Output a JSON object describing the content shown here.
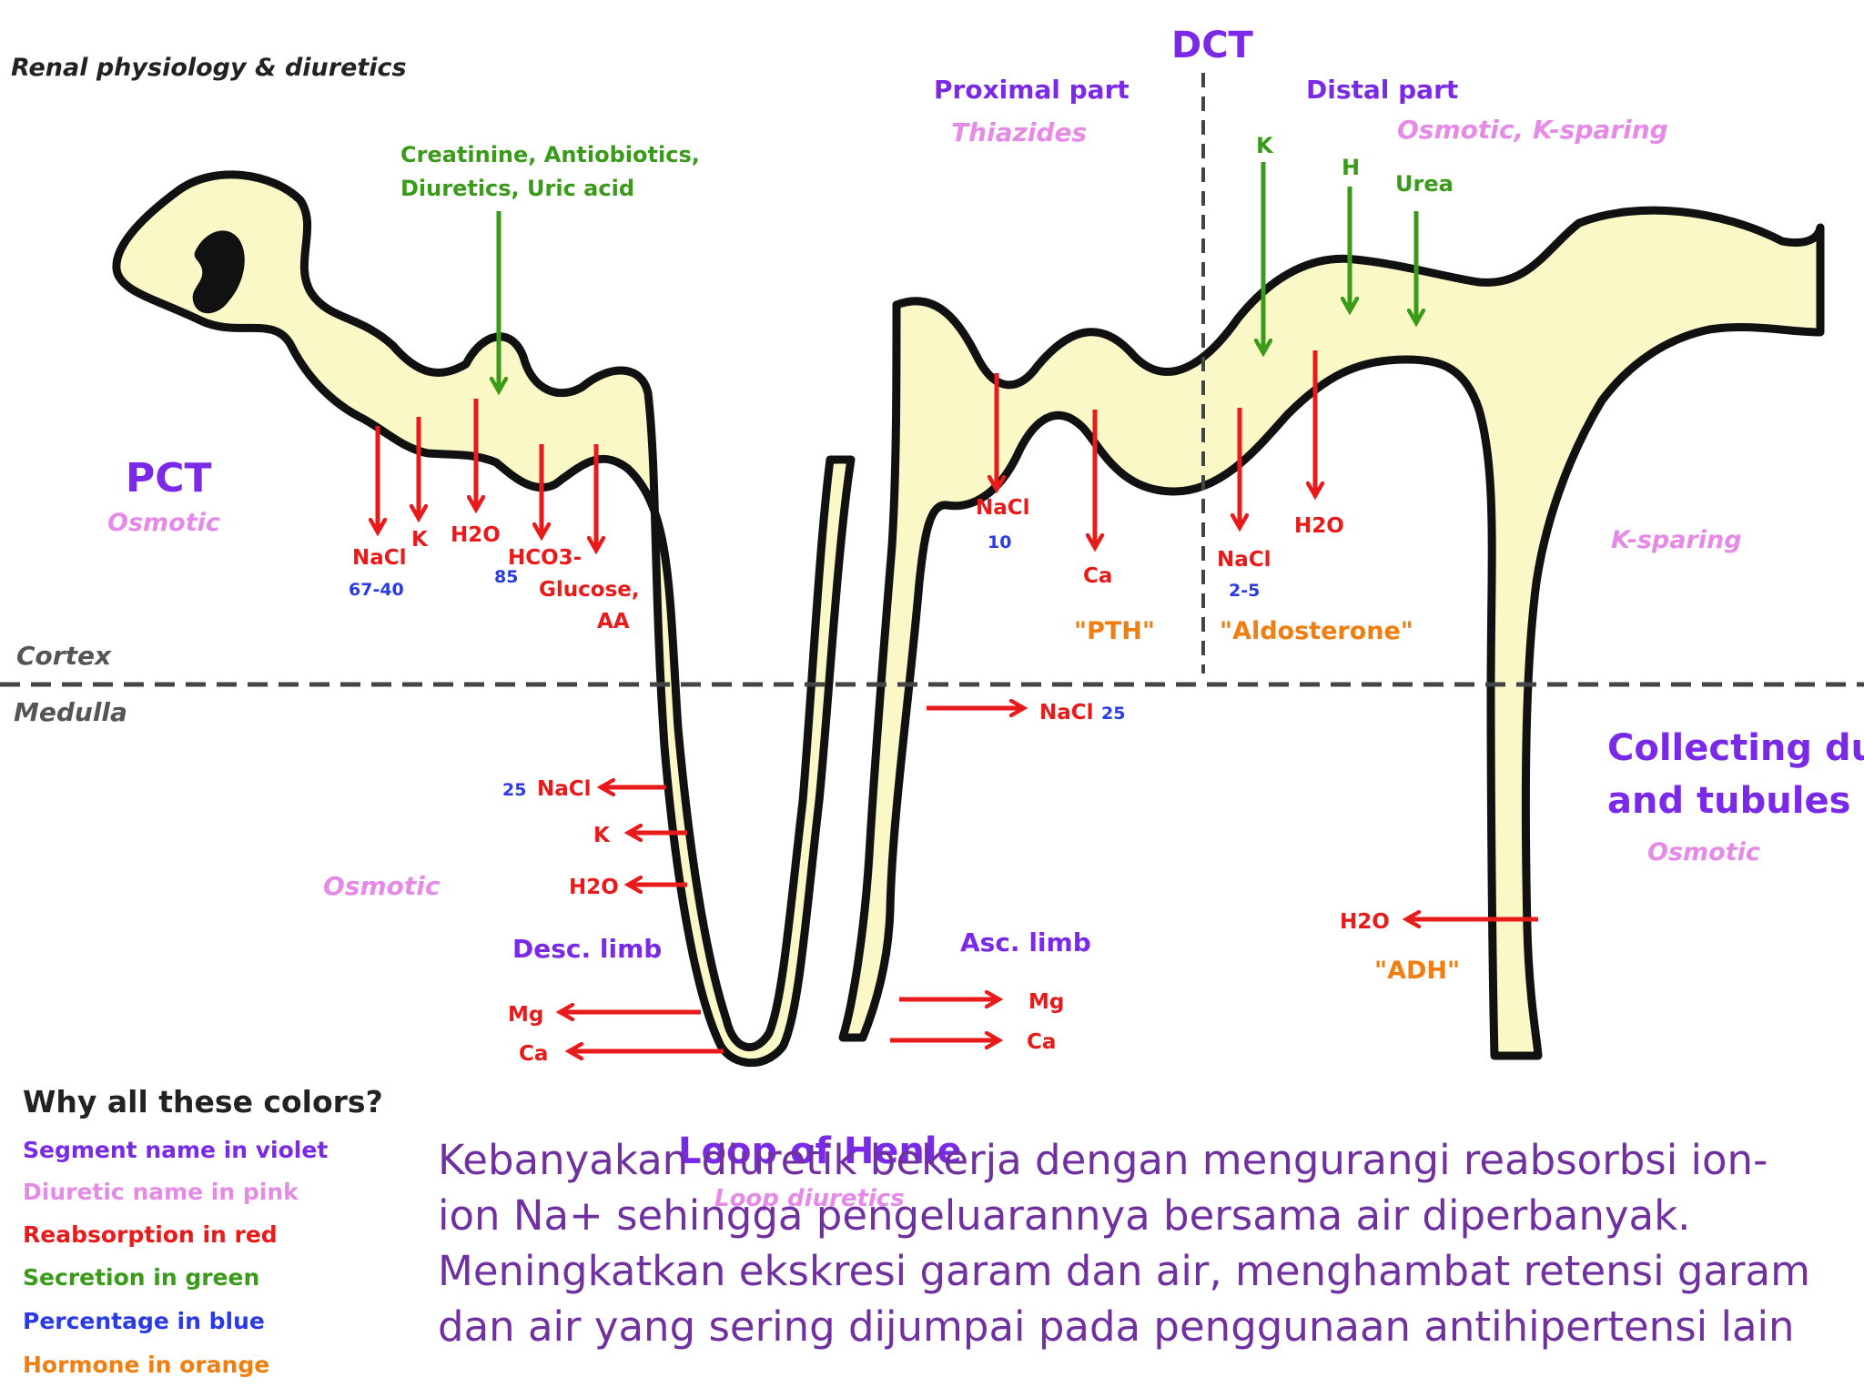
{
  "header": {
    "title": "Renal physiology & diuretics"
  },
  "colors": {
    "violet": "#7A2AE6",
    "pink": "#E58AE6",
    "red": "#E81A1A",
    "green": "#3A9A1A",
    "blue": "#2A3AE6",
    "orange": "#F07E10",
    "tubule_fill": "#FBF8C8",
    "caption_text": "#7030A0"
  },
  "zones": {
    "cortex": "Cortex",
    "medulla": "Medulla"
  },
  "segments": {
    "pct": {
      "name": "PCT",
      "diuretic": "Osmotic"
    },
    "dct": {
      "name": "DCT",
      "proximal": {
        "name": "Proximal part",
        "diuretic": "Thiazides"
      },
      "distal": {
        "name": "Distal part",
        "diuretic": "Osmotic, K-sparing"
      }
    },
    "loop": {
      "name": "Loop of Henle",
      "diuretic": "Loop diuretics",
      "medulla_diuretic": "Osmotic",
      "desc_limb": "Desc. limb",
      "asc_limb": "Asc. limb"
    },
    "collecting": {
      "name_line1": "Collecting duct",
      "name_line2": "and tubules",
      "diuretic": "Osmotic",
      "cortex_diuretic": "K-sparing"
    }
  },
  "secretion": {
    "pct_line1": "Creatinine, Antiobiotics,",
    "pct_line2": "Diuretics, Uric acid",
    "k": "K",
    "h": "H",
    "urea": "Urea"
  },
  "reabsorption": {
    "pct_nacl": "NaCl",
    "pct_nacl_pct": "67-40",
    "pct_k": "K",
    "pct_h2o": "H2O",
    "pct_hco3": "HCO3-",
    "pct_hco3_pct": "85",
    "pct_glucose_line1": "Glucose,",
    "pct_glucose_line2": "AA",
    "dct_nacl": "NaCl",
    "dct_nacl_pct": "10",
    "dct_ca": "Ca",
    "dct_hormone": "\"PTH\"",
    "distal_nacl": "NaCl",
    "distal_nacl_pct": "2-5",
    "distal_h2o": "H2O",
    "distal_hormone": "\"Aldosterone\"",
    "asc_nacl": "NaCl",
    "asc_nacl_pct": "25",
    "desc_nacl_pct": "25",
    "desc_nacl": "NaCl",
    "desc_k": "K",
    "desc_h2o": "H2O",
    "desc_mg": "Mg",
    "desc_ca": "Ca",
    "asc_mg": "Mg",
    "asc_ca": "Ca",
    "cd_h2o": "H2O",
    "cd_hormone": "\"ADH\""
  },
  "legend": {
    "title": "Why all these colors?",
    "items": [
      "Segment name in violet",
      "Diuretic name in pink",
      "Reabsorption in red",
      "Secretion in green",
      "Percentage in blue",
      "Hormone in orange"
    ]
  },
  "caption": {
    "lines": [
      "Kebanyakan diuretik bekerja dengan mengurangi reabsorbsi ion-",
      "ion Na+ sehingga pengeluarannya bersama air diperbanyak.",
      "Meningkatkan ekskresi garam dan air, menghambat retensi garam",
      "dan air yang sering dijumpai pada penggunaan antihipertensi lain"
    ]
  }
}
